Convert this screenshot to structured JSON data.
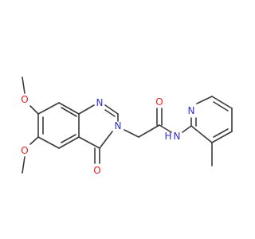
{
  "colors": {
    "carbon": "#3a3a3a",
    "nitrogen": "#2f2fd6",
    "oxygen": "#e0221f",
    "background": "#ffffff"
  },
  "atoms": {
    "o_methoxy_upper": "O",
    "o_methoxy_lower": "O",
    "n1_quinazoline": "N",
    "n3_quinazoline": "N",
    "o_carbonyl_ring": "O",
    "o_carbonyl_amide": "O",
    "n_amide": "N",
    "h_amide": "H",
    "n_pyridine": "N"
  }
}
